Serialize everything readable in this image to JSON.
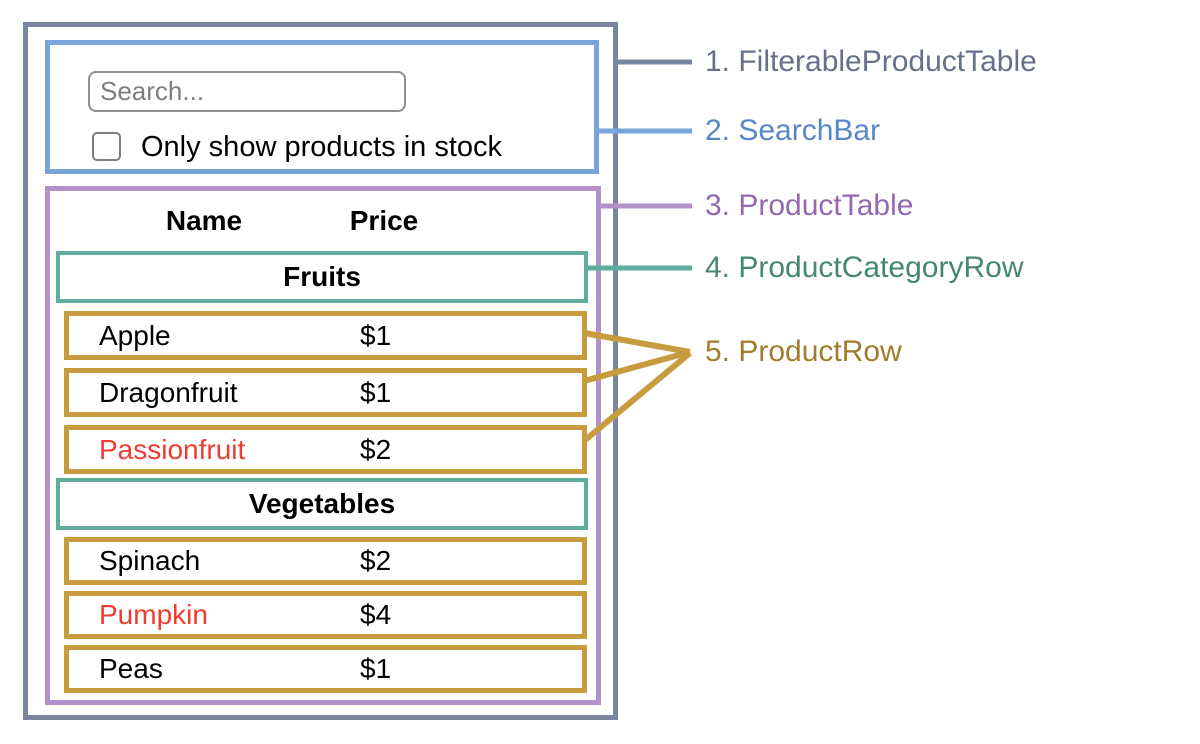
{
  "palette": {
    "slate": "#7A86A0",
    "slateText": "#66708A",
    "blue": "#79A6DA",
    "blueText": "#5787C6",
    "purple": "#B392C9",
    "purpleText": "#9468B0",
    "teal": "#5FAD9D",
    "tealText": "#458675",
    "gold": "#C79C3E",
    "goldText": "#9F7D2C",
    "red": "#F23B2F"
  },
  "search": {
    "placeholder": "Search...",
    "checkbox_label": "Only show products in stock",
    "checkbox_checked": false
  },
  "table": {
    "header_name": "Name",
    "header_price": "Price",
    "sections": [
      {
        "category": "Fruits",
        "rows": [
          {
            "name": "Apple",
            "price": "$1",
            "out_of_stock": false
          },
          {
            "name": "Dragonfruit",
            "price": "$1",
            "out_of_stock": false
          },
          {
            "name": "Passionfruit",
            "price": "$2",
            "out_of_stock": true
          }
        ]
      },
      {
        "category": "Vegetables",
        "rows": [
          {
            "name": "Spinach",
            "price": "$2",
            "out_of_stock": false
          },
          {
            "name": "Pumpkin",
            "price": "$4",
            "out_of_stock": true
          },
          {
            "name": "Peas",
            "price": "$1",
            "out_of_stock": false
          }
        ]
      }
    ]
  },
  "labels": [
    {
      "text": "1. FilterableProductTable"
    },
    {
      "text": "2. SearchBar"
    },
    {
      "text": "3. ProductTable"
    },
    {
      "text": "4. ProductCategoryRow"
    },
    {
      "text": "5. ProductRow"
    }
  ]
}
